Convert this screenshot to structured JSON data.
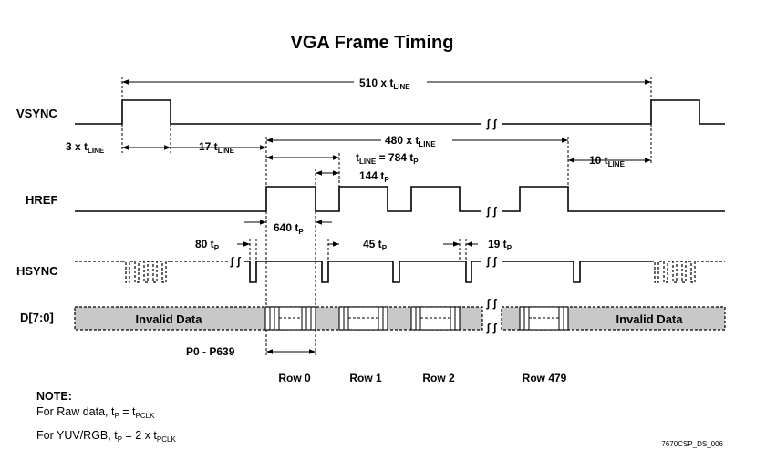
{
  "title": "VGA Frame Timing",
  "signals": {
    "vsync": "VSYNC",
    "href": "HREF",
    "hsync": "HSYNC",
    "data": "D[7:0]"
  },
  "annotations": {
    "frame_total": "510 x t",
    "frame_total_sub": "LINE",
    "vsync_width": "3 x t",
    "vsync_width_sub": "LINE",
    "back_porch": "17 t",
    "back_porch_sub": "LINE",
    "active_lines": "480 x t",
    "active_lines_sub": "LINE",
    "line_period_main": "t",
    "line_period_sub1": "LINE",
    "line_period_mid": " = 784 t",
    "line_period_sub2": "P",
    "front_porch": "10 t",
    "front_porch_sub": "LINE",
    "href_low": "144 t",
    "href_low_sub": "P",
    "href_high": "640 t",
    "href_high_sub": "P",
    "hsync_width": "80 t",
    "hsync_width_sub": "P",
    "hsync_to_href": "45 t",
    "hsync_to_href_sub": "P",
    "href_to_hsync": "19 t",
    "href_to_hsync_sub": "P",
    "pixels": "P0 - P639"
  },
  "invalid_data_left": "Invalid Data",
  "invalid_data_right": "Invalid Data",
  "rows": [
    "Row 0",
    "Row 1",
    "Row 2",
    "Row 479"
  ],
  "note": {
    "heading": "NOTE:",
    "line1_a": "For Raw data, t",
    "line1_sub1": "P",
    "line1_b": " = t",
    "line1_sub2": "PCLK",
    "line2_a": "For YUV/RGB, t",
    "line2_sub1": "P",
    "line2_b": " = 2 x t",
    "line2_sub2": "PCLK"
  },
  "doc_id": "7670CSP_DS_006"
}
